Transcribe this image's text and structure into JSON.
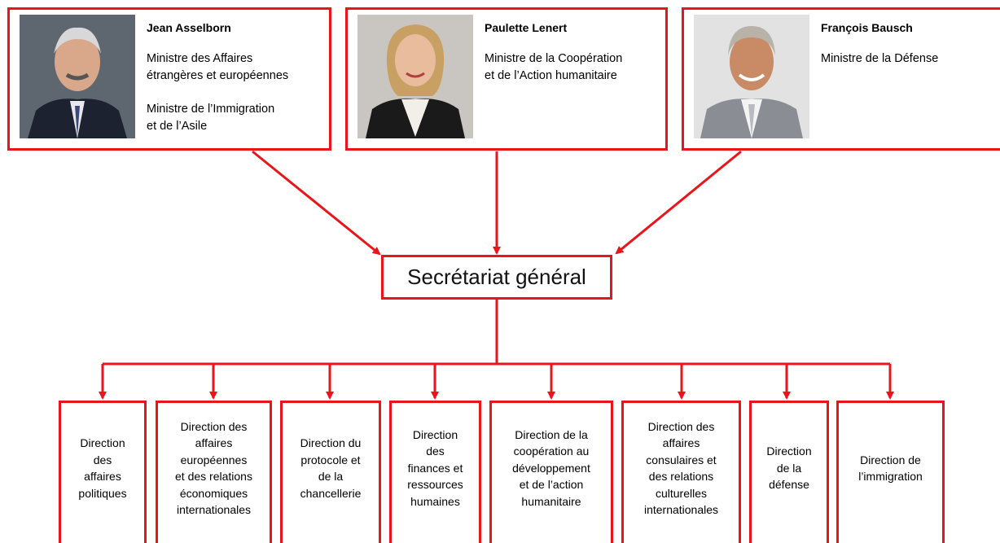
{
  "ministers": [
    {
      "name": "Jean Asselborn",
      "roles": [
        "Ministre des Affaires\nétrangères et européennes",
        "Ministre de l’Immigration\net de l’Asile"
      ]
    },
    {
      "name": "Paulette Lenert",
      "roles": [
        "Ministre de la Coopération\net de l’Action humanitaire"
      ]
    },
    {
      "name": "François Bausch",
      "roles": [
        "Ministre de la Défense"
      ]
    }
  ],
  "secretariat": "Secrétariat général",
  "directions": [
    "Direction\ndes\naffaires\npolitiques",
    "Direction des\naffaires\neuropéennes\net des relations\néconomiques\ninternationales",
    "Direction du\nprotocole et\nde la\nchancellerie",
    "Direction\ndes\nfinances et\nressources\nhumaines",
    "Direction de la\ncoopération au\ndéveloppement\net de l’action\nhumanitaire",
    "Direction des\naffaires\nconsulaires et\ndes relations\nculturelles\ninternationales",
    "Direction\nde la\ndéfense",
    "Direction de\nl’immigration"
  ],
  "colors": {
    "accent": "#e8151b"
  }
}
